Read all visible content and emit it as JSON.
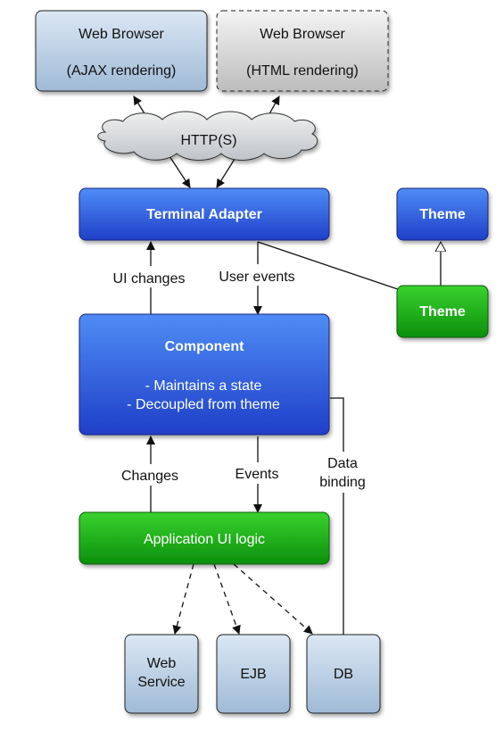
{
  "nodes": {
    "browser_ajax": {
      "line1": "Web Browser",
      "line2": "(AJAX rendering)"
    },
    "browser_html": {
      "line1": "Web Browser",
      "line2": "(HTML rendering)"
    },
    "http": {
      "label": "HTTP(S)"
    },
    "terminal_adapter": {
      "label": "Terminal Adapter"
    },
    "theme_base": {
      "label": "Theme"
    },
    "theme": {
      "label": "Theme"
    },
    "component": {
      "title": "Component",
      "line1": "- Maintains a state",
      "line2": "- Decoupled from theme"
    },
    "app_logic": {
      "label": "Application UI logic"
    },
    "web_service": {
      "line1": "Web",
      "line2": "Service"
    },
    "ejb": {
      "label": "EJB"
    },
    "db": {
      "label": "DB"
    }
  },
  "edges": {
    "ui_changes": "UI changes",
    "user_events": "User events",
    "changes": "Changes",
    "events": "Events",
    "data_binding_1": "Data",
    "data_binding_2": "binding"
  },
  "colors": {
    "blue_top": "#4f8cf5",
    "blue_bottom": "#1f3fc8",
    "green_top": "#3ad22e",
    "green_bottom": "#0c8f0c",
    "light_top": "#dbe7f4",
    "light_bottom": "#9fbad6",
    "gray_top": "#f2f2f2",
    "gray_bottom": "#bdbdbd",
    "line": "#111111"
  }
}
